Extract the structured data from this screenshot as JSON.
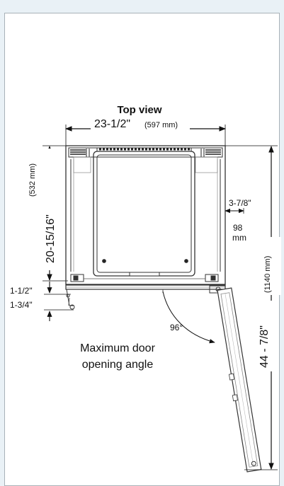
{
  "title": "Top view",
  "dims": {
    "width_in": "23-1/2\"",
    "width_mm": "(597 mm)",
    "depth_in": "20-15/16\"",
    "depth_mm": "(532 mm)",
    "side_in": "3-7/8\"",
    "side_mm_a": "98",
    "side_mm_b": "mm",
    "total_in": "44 - 7/8\"",
    "total_mm": "(1140 mm)",
    "d1": "1-1/2\"",
    "d2": "1-3/4\""
  },
  "angle": "96°",
  "caption": [
    "Maximum door",
    "opening angle"
  ]
}
